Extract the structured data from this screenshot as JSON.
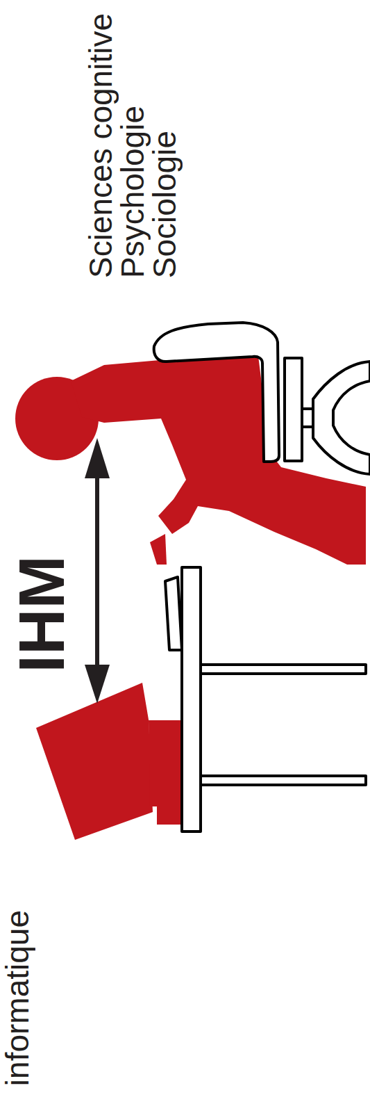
{
  "diagram": {
    "labels": [
      "Sciences cognitive",
      "Psychologie",
      "Sociologie",
      "IHM",
      "informatique"
    ]
  }
}
